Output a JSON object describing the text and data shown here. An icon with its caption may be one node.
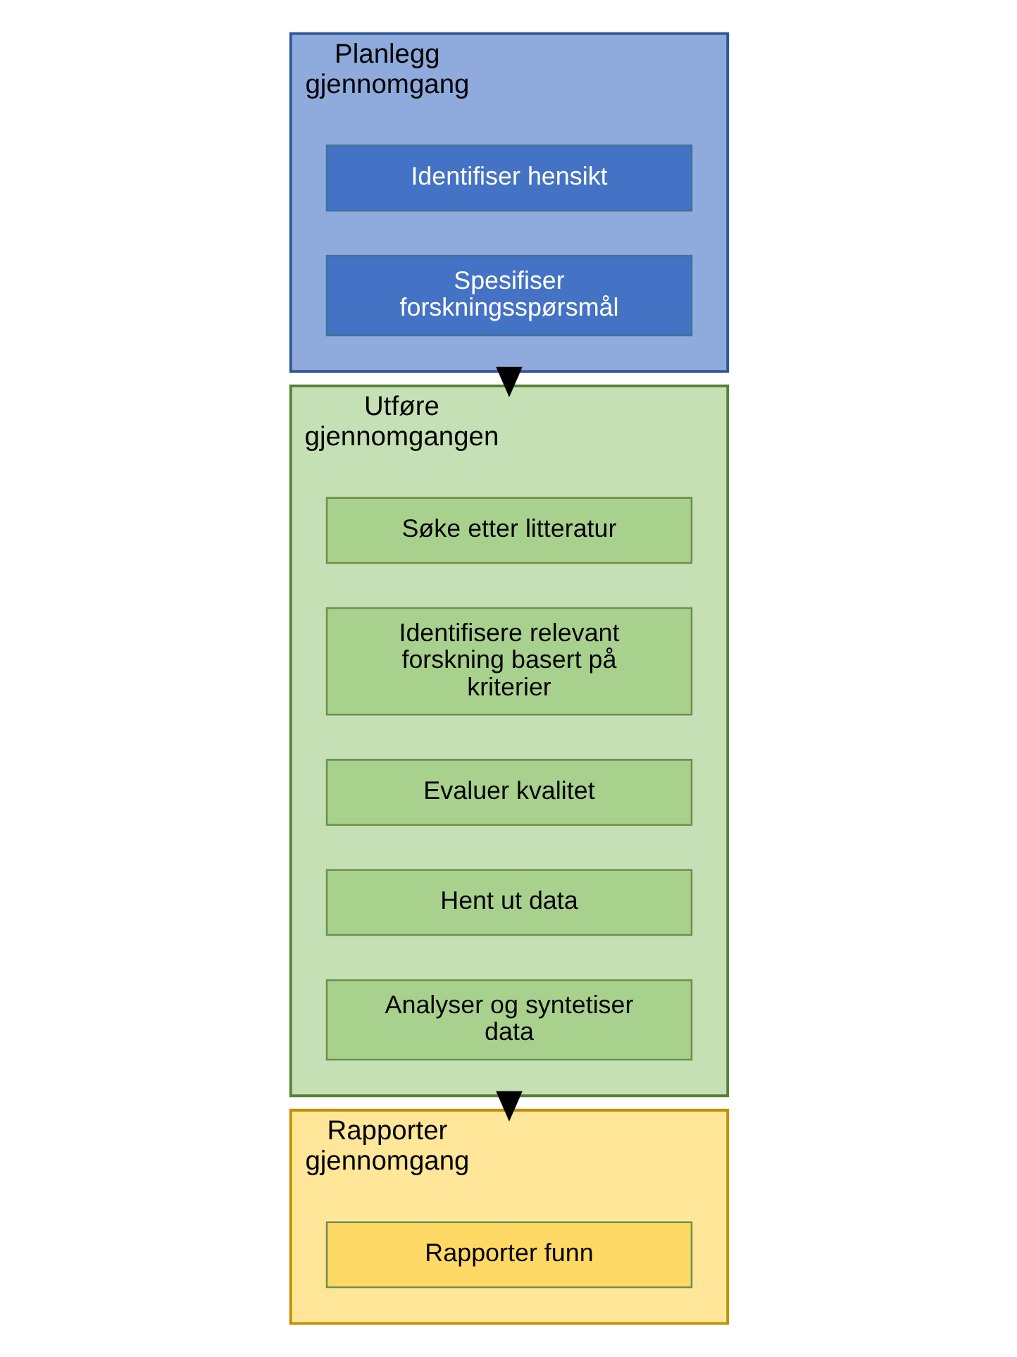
{
  "diagram": {
    "nodes": [
      {
        "text": [
          "Planlegg gjennomgang"
        ]
      },
      {
        "text": [
          "Identifiser hensikt"
        ],
        "in": 0
      },
      {
        "text": [
          "Spesifiser forskningsspørsmål"
        ],
        "in": 0
      },
      {
        "text": [
          "Utføre gjennomgangen"
        ]
      },
      {
        "text": [
          "Søke etter litteratur"
        ],
        "in": 3
      },
      {
        "text": [
          "Identifisere relevant forskning basert på kriterier"
        ],
        "in": 3
      },
      {
        "text": [
          "Evaluer kvalitet"
        ],
        "in": 3
      },
      {
        "text": [
          "Hent ut data"
        ],
        "in": 3
      },
      {
        "text": [
          "Analyser og syntetiser data"
        ],
        "in": 3
      },
      {
        "text": [
          "Rapporter gjennomgang"
        ]
      },
      {
        "text": [
          "Rapporter funn"
        ],
        "in": 9
      }
    ],
    "edges": [
      {
        "from": 0,
        "to": 3,
        "arrow": "to",
        "style": "thick"
      },
      {
        "from": 3,
        "to": 9,
        "arrow": "to",
        "style": "thick"
      }
    ]
  }
}
